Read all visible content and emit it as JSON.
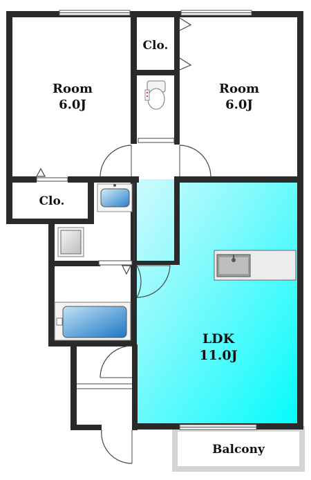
{
  "rooms": {
    "room_left": {
      "name": "Room",
      "size": "6.0J"
    },
    "room_right": {
      "name": "Room",
      "size": "6.0J"
    },
    "closet_top": {
      "name": "Clo."
    },
    "closet_left": {
      "name": "Clo."
    },
    "ldk": {
      "name": "LDK",
      "size": "11.0J"
    },
    "balcony": {
      "name": "Balcony"
    }
  },
  "colors": {
    "wall": "#2a2a2a",
    "ldk_gradient_start": "#cffafd",
    "ldk_gradient_end": "#00fbfb",
    "fixture_blue": "#2a7fc8",
    "balcony_border": "#d4d4d4"
  }
}
